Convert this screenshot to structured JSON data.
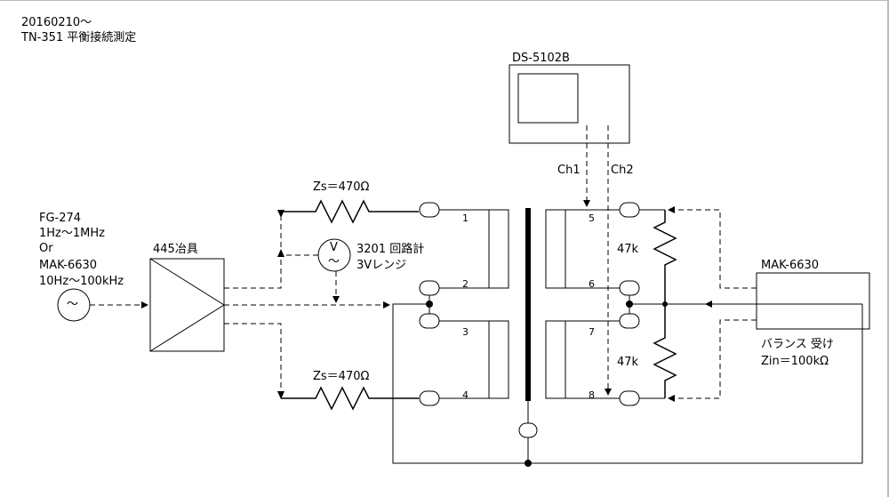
{
  "header": {
    "date": "20160210～",
    "subject": "TN-351 平衡接続測定"
  },
  "source": {
    "name1": "FG-274",
    "range1": "1Hz～1MHz",
    "or": "Or",
    "name2": "MAK-6630",
    "range2": "10Hz～100kHz",
    "symbol": "～"
  },
  "jig": {
    "label": "445冶具"
  },
  "meter": {
    "symbol_top": "V",
    "symbol_bottom": "～",
    "name": "3201 回路計",
    "range": "3Vレンジ"
  },
  "source_impedance": {
    "top": "Zs＝470Ω",
    "bottom": "Zs＝470Ω"
  },
  "transformer": {
    "pins": [
      "1",
      "2",
      "3",
      "4",
      "5",
      "6",
      "7",
      "8"
    ]
  },
  "scope": {
    "name": "DS-5102B",
    "ch1": "Ch1",
    "ch2": "Ch2"
  },
  "load": {
    "r_top": "47k",
    "r_bottom": "47k"
  },
  "receiver": {
    "name": "MAK-6630",
    "desc": "バランス 受け",
    "zin": "Zin＝100kΩ"
  }
}
